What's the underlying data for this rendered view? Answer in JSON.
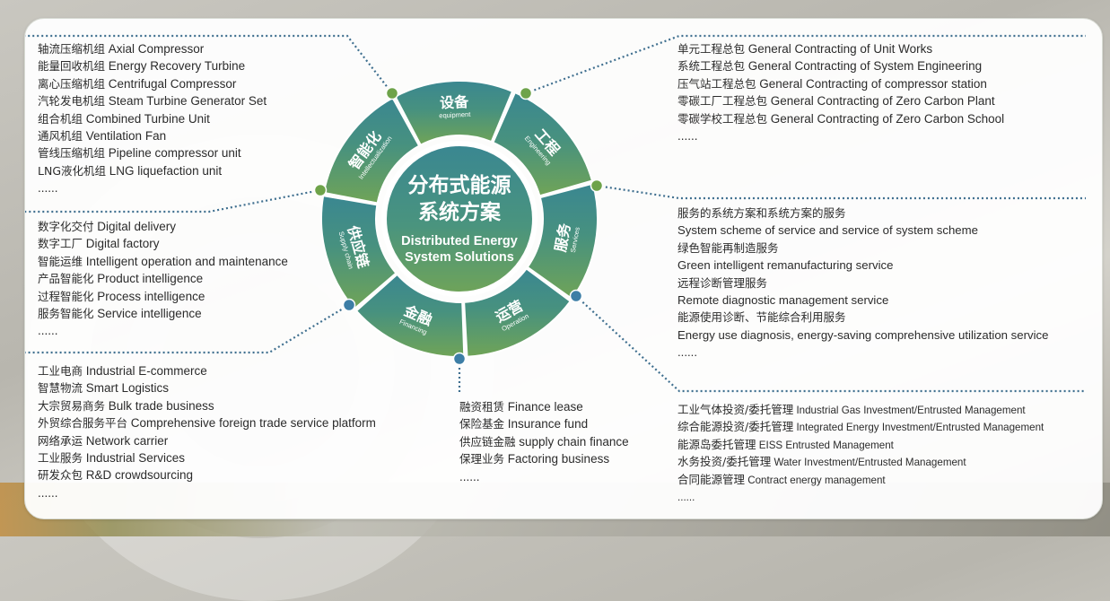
{
  "center": {
    "title_cn_1": "分布式能源",
    "title_cn_2": "系统方案",
    "title_en_1": "Distributed Energy",
    "title_en_2": "System Solutions"
  },
  "segments": [
    {
      "cn": "设备",
      "en": "equipment"
    },
    {
      "cn": "工程",
      "en": "Engineering"
    },
    {
      "cn": "服务",
      "en": "Services"
    },
    {
      "cn": "运营",
      "en": "Operation"
    },
    {
      "cn": "金融",
      "en": "Financing"
    },
    {
      "cn": "供应链",
      "en": "Supply chain"
    },
    {
      "cn": "智能化",
      "en": "Intellectualization"
    }
  ],
  "equipment_list": [
    {
      "cn": "轴流压缩机组",
      "en": " Axial Compressor"
    },
    {
      "cn": "能量回收机组",
      "en": " Energy Recovery Turbine"
    },
    {
      "cn": "离心压缩机组",
      "en": " Centrifugal Compressor"
    },
    {
      "cn": "汽轮发电机组",
      "en": " Steam Turbine Generator Set"
    },
    {
      "cn": "组合机组",
      "en": " Combined Turbine Unit"
    },
    {
      "cn": "通风机组",
      "en": " Ventilation Fan"
    },
    {
      "cn": "管线压缩机组",
      "en": " Pipeline compressor unit"
    },
    {
      "cn": "LNG液化机组",
      "en": " LNG liquefaction unit"
    },
    {
      "cn": "",
      "en": "......"
    }
  ],
  "intelligence_list": [
    {
      "cn": "数字化交付",
      "en": " Digital delivery"
    },
    {
      "cn": "数字工厂",
      "en": " Digital factory"
    },
    {
      "cn": "智能运维",
      "en": " Intelligent operation and maintenance"
    },
    {
      "cn": "产品智能化",
      "en": " Product intelligence"
    },
    {
      "cn": "过程智能化",
      "en": " Process intelligence"
    },
    {
      "cn": "服务智能化",
      "en": " Service intelligence"
    },
    {
      "cn": "",
      "en": "......"
    }
  ],
  "supply_list": [
    {
      "cn": "工业电商",
      "en": " Industrial E-commerce"
    },
    {
      "cn": "智慧物流",
      "en": " Smart Logistics"
    },
    {
      "cn": "大宗贸易商务",
      "en": " Bulk trade business"
    },
    {
      "cn": "外贸综合服务平台",
      "en": " Comprehensive foreign trade service platform"
    },
    {
      "cn": "网络承运",
      "en": " Network carrier"
    },
    {
      "cn": "工业服务",
      "en": " Industrial Services"
    },
    {
      "cn": "研发众包",
      "en": " R&D crowdsourcing"
    },
    {
      "cn": "",
      "en": "......"
    }
  ],
  "engineering_list": [
    {
      "cn": "单元工程总包",
      "en": " General Contracting of Unit Works"
    },
    {
      "cn": "系统工程总包",
      "en": " General Contracting of System Engineering"
    },
    {
      "cn": "压气站工程总包",
      "en": " General Contracting of compressor station"
    },
    {
      "cn": "零碳工厂工程总包",
      "en": " General Contracting of  Zero Carbon Plant"
    },
    {
      "cn": "零碳学校工程总包",
      "en": " General Contracting of  Zero Carbon School"
    },
    {
      "cn": "",
      "en": "......"
    }
  ],
  "services_list": [
    {
      "cn": "服务的系统方案和系统方案的服务",
      "en": ""
    },
    {
      "cn": "",
      "en": "System scheme of service and service of system scheme"
    },
    {
      "cn": "绿色智能再制造服务",
      "en": ""
    },
    {
      "cn": "",
      "en": "Green intelligent remanufacturing service"
    },
    {
      "cn": "远程诊断管理服务",
      "en": ""
    },
    {
      "cn": "",
      "en": "Remote diagnostic management service"
    },
    {
      "cn": "能源使用诊断、节能综合利用服务",
      "en": ""
    },
    {
      "cn": "",
      "en": "Energy use diagnosis, energy-saving comprehensive utilization service"
    },
    {
      "cn": "",
      "en": "......"
    }
  ],
  "finance_list": [
    {
      "cn": "融资租赁",
      "en": " Finance lease"
    },
    {
      "cn": "保险基金",
      "en": " Insurance fund"
    },
    {
      "cn": "供应链金融",
      "en": " supply chain finance"
    },
    {
      "cn": "保理业务",
      "en": " Factoring business"
    },
    {
      "cn": "",
      "en": "......"
    }
  ],
  "operation_list": [
    {
      "cn": "工业气体投资/委托管理",
      "en": " Industrial Gas Investment/Entrusted Management"
    },
    {
      "cn": "综合能源投资/委托管理",
      "en": " Integrated Energy Investment/Entrusted Management"
    },
    {
      "cn": "能源岛委托管理",
      "en": " EISS Entrusted Management"
    },
    {
      "cn": "水务投资/委托管理",
      "en": " Water Investment/Entrusted Management"
    },
    {
      "cn": "合同能源管理",
      "en": " Contract energy management"
    },
    {
      "cn": "",
      "en": "......"
    }
  ],
  "colors": {
    "teal": "#3d8a8f",
    "teal_mid": "#4a9480",
    "green": "#6ea159",
    "dot_green": "#6ea34a",
    "dot_blue": "#3d7ea6",
    "dash_blue": "#3f6f8f"
  }
}
